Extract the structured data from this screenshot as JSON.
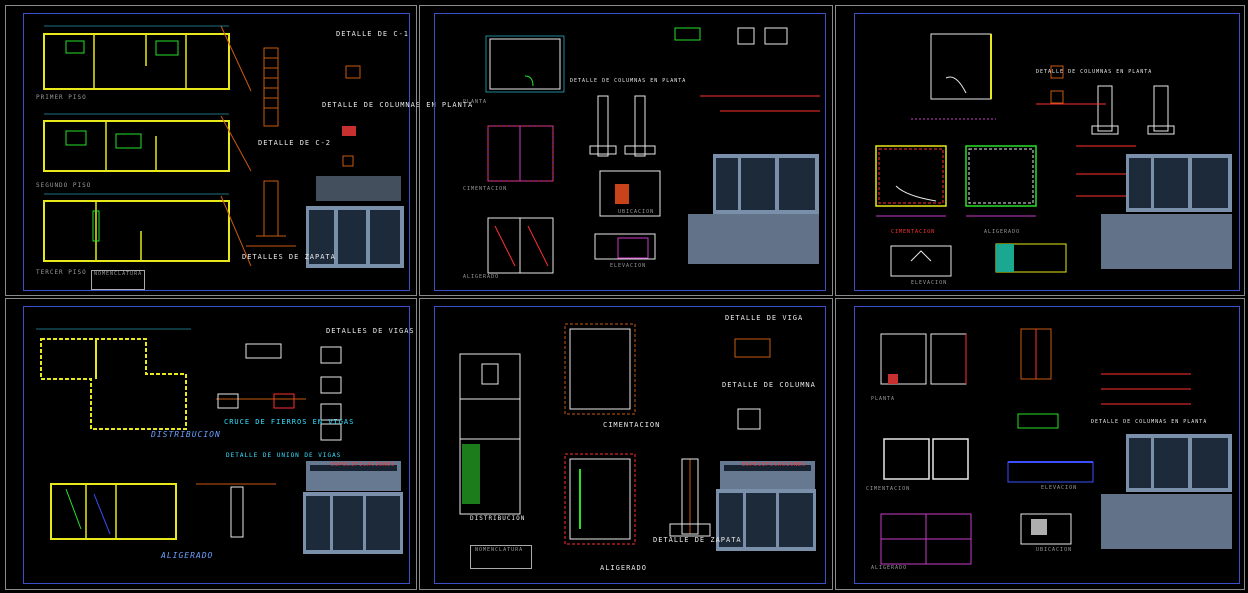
{
  "sheets": [
    {
      "id": "s1",
      "labels": [
        "DETALLE DE C-1",
        "DETALLE DE COLUMNAS EN PLANTA",
        "DETALLE DE C-2",
        "DETALLES DE ZAPATA",
        "PRIMER PISO",
        "SEGUNDO PISO",
        "TERCER PISO",
        "NOMENCLATURA"
      ]
    },
    {
      "id": "s2",
      "labels": [
        "DETALLE DE COLUMNAS EN PLANTA",
        "PLANTA",
        "CIMENTACION",
        "ALIGERADO",
        "UBICACION",
        "ELEVACION"
      ]
    },
    {
      "id": "s3",
      "labels": [
        "DETALLE DE COLUMNAS EN PLANTA",
        "CIMENTACION",
        "ALIGERADO",
        "ELEVACION"
      ]
    },
    {
      "id": "s4",
      "labels": [
        "DETALLES DE VIGAS",
        "DISTRIBUCION",
        "CRUCE DE FIERROS EN VIGAS",
        "DETALLE DE UNION DE VIGAS",
        "ALIGERADO",
        "ESPECIFICACIONES"
      ]
    },
    {
      "id": "s5",
      "labels": [
        "DETALLE DE VIGA",
        "DETALLE DE COLUMNA",
        "CIMENTACION",
        "DISTRIBUCION",
        "ALIGERADO",
        "DETALLE DE ZAPATA",
        "ESPECIFICACIONES",
        "NOMENCLATURA"
      ]
    },
    {
      "id": "s6",
      "labels": [
        "DETALLE DE COLUMNAS EN PLANTA",
        "PLANTA",
        "CIMENTACION",
        "ELEVACION",
        "ALIGERADO",
        "UBICACION"
      ]
    }
  ],
  "colors": {
    "background": "#000000",
    "sheet_border": "#8a8a8a",
    "frame": "#3a50c8",
    "wall": "#e8e81a",
    "rebar": "#ff3030",
    "dimension": "#34e0ff",
    "brick": "#c85a14",
    "titleblock": "#7a8faa"
  }
}
